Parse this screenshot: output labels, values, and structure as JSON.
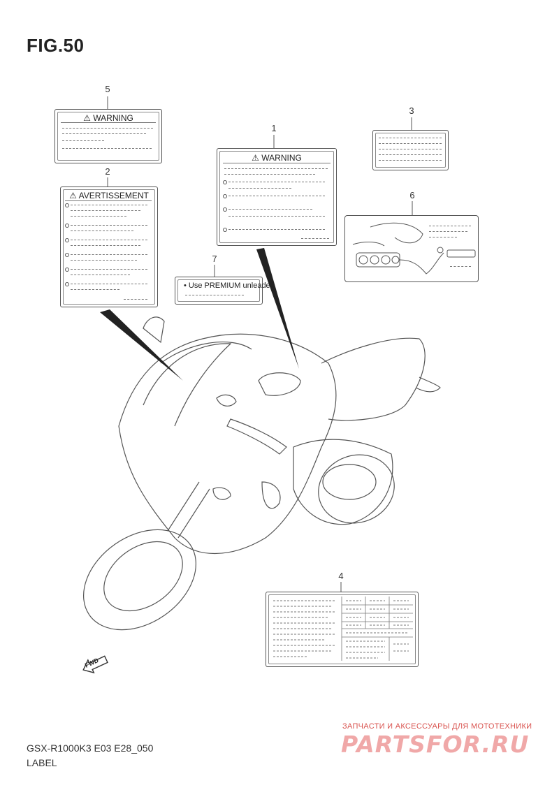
{
  "figure": {
    "title": "FIG.50",
    "model_code": "GSX-R1000K3 E03 E28_050",
    "section_label": "LABEL"
  },
  "callouts": {
    "c1": "1",
    "c2": "2",
    "c3": "3",
    "c4": "4",
    "c5": "5",
    "c6": "6",
    "c7": "7"
  },
  "labels": {
    "warning_header_1": "WARNING",
    "warning_header_5": "WARNING",
    "avertissement_header": "AVERTISSEMENT",
    "premium_text": "• Use PREMIUM unleaded",
    "warning_symbol": "⚠"
  },
  "direction_marker": "FWD",
  "watermark": {
    "tagline": "ЗАПЧАСТИ И АКСЕССУАРЫ ДЛЯ МОТОТЕХНИКИ",
    "logo": "PARTSFOR.RU"
  }
}
